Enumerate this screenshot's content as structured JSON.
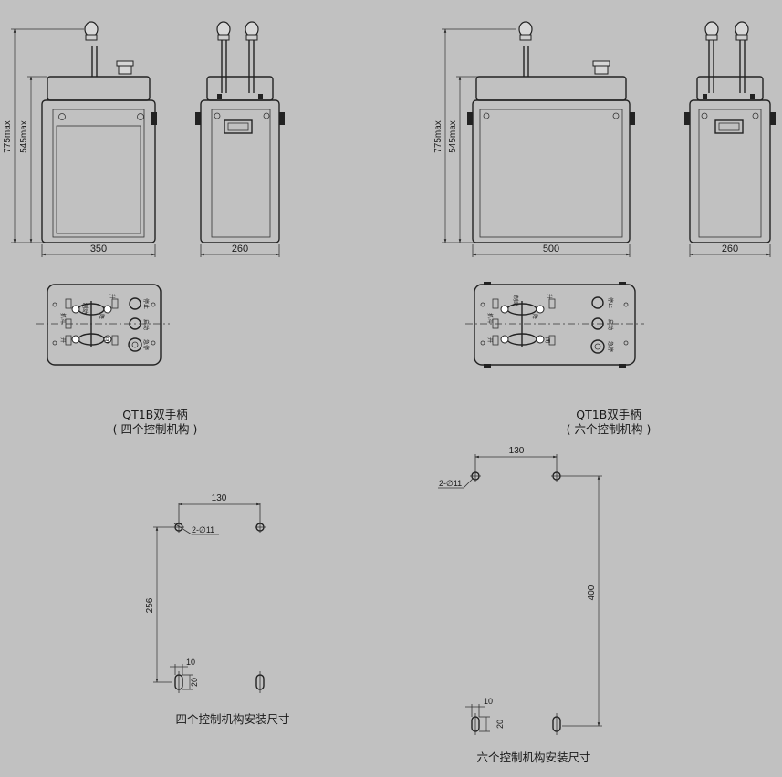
{
  "left_unit": {
    "height_overall": "775max",
    "height_body": "545max",
    "front_width": "350",
    "side_width": "260",
    "panel_labels": {
      "brake": "制动",
      "release": "抓斗",
      "open": "开",
      "close": "闭",
      "up": "升",
      "down": "降",
      "stop": "停止",
      "start": "启动",
      "emergency_stop": "急停"
    },
    "title_line1": "QT1B双手柄",
    "title_line2": "( 四个控制机构 )"
  },
  "right_unit": {
    "height_overall": "775max",
    "height_body": "545max",
    "front_width": "500",
    "side_width": "260",
    "panel_labels": {
      "brake": "制动",
      "release": "抓斗",
      "open": "开",
      "close": "闭",
      "up": "升",
      "down": "降",
      "stop": "停止",
      "start": "启动",
      "emergency_stop": "急停"
    },
    "title_line1": "QT1B双手柄",
    "title_line2": "( 六个控制机构 )"
  },
  "mount_four": {
    "hole_spec": "2-∅11",
    "horizontal": "130",
    "vertical": "256",
    "slot_width": "10",
    "slot_height": "20",
    "caption": "四个控制机构安装尺寸"
  },
  "mount_six": {
    "hole_spec": "2-∅11",
    "horizontal": "130",
    "vertical": "400",
    "slot_width": "10",
    "slot_height": "20",
    "caption": "六个控制机构安装尺寸"
  }
}
